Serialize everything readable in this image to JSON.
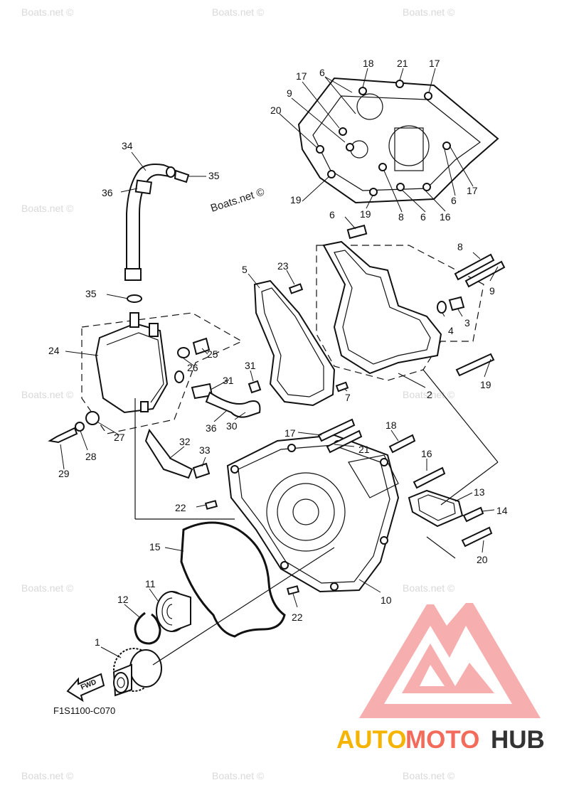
{
  "watermark": "Boats.net ©",
  "figure_code": "F1S1100-C070",
  "fwd_label": "FWD",
  "brand": {
    "part1": "AUTO",
    "part2": "MOTO",
    "part3": "HUB",
    "color1": "#f4b400",
    "color2": "#f26b5b",
    "color3": "#333333"
  },
  "callouts": [
    "1",
    "2",
    "3",
    "4",
    "5",
    "6",
    "7",
    "8",
    "9",
    "10",
    "11",
    "12",
    "13",
    "14",
    "15",
    "16",
    "17",
    "18",
    "19",
    "20",
    "21",
    "22",
    "23",
    "24",
    "25",
    "26",
    "27",
    "28",
    "29",
    "30",
    "31",
    "32",
    "33",
    "34",
    "35",
    "36"
  ],
  "labels": {
    "c18": "18",
    "c21a": "21",
    "c17a": "17",
    "c6a": "6",
    "c17b": "17",
    "c9a": "9",
    "c20a": "20",
    "c19a": "19",
    "c19b": "19",
    "c8a": "8",
    "c6b": "6",
    "c16a": "16",
    "c6c": "6",
    "c17c": "17",
    "c34": "34",
    "c35a": "35",
    "c36a": "36",
    "c6d": "6",
    "c5": "5",
    "c23": "23",
    "c8b": "8",
    "c9b": "9",
    "c35b": "35",
    "c4": "4",
    "c3": "3",
    "c24": "24",
    "c25": "25",
    "c26": "26",
    "c31a": "31",
    "c31b": "31",
    "c19c": "19",
    "c2": "2",
    "c7": "7",
    "c36b": "36",
    "c30": "30",
    "c27": "27",
    "c17d": "17",
    "c18b": "18",
    "c21b": "21",
    "c28": "28",
    "c29": "29",
    "c32": "32",
    "c33": "33",
    "c16b": "16",
    "c13": "13",
    "c14": "14",
    "c22a": "22",
    "c15": "15",
    "c20b": "20",
    "c11": "11",
    "c12": "12",
    "c10": "10",
    "c22b": "22",
    "c1": "1"
  }
}
